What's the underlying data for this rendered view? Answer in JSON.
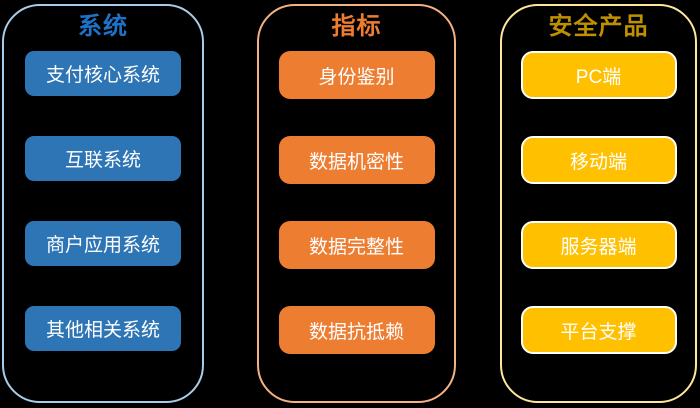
{
  "diagram": {
    "background_color": "#000000",
    "box_text_color": "#FFFFFF"
  },
  "columns": [
    {
      "id": "systems",
      "title": "系统",
      "title_color": "#1E73C8",
      "panel_border_color": "#A9CCE8",
      "box_fill": "#2E75B6",
      "box_border_color": "",
      "items": [
        "支付核心系统",
        "互联系统",
        "商户应用系统",
        "其他相关系统"
      ]
    },
    {
      "id": "indicators",
      "title": "指标",
      "title_color": "#ED7D31",
      "panel_border_color": "#F4B183",
      "box_fill": "#ED7D31",
      "box_border_color": "",
      "items": [
        "身份鉴别",
        "数据机密性",
        "数据完整性",
        "数据抗抵赖"
      ]
    },
    {
      "id": "security-products",
      "title": "安全产品",
      "title_color": "#BF9000",
      "panel_border_color": "#FFE699",
      "box_fill": "#FFC000",
      "box_border_color": "#FFFFFF",
      "items": [
        "PC端",
        "移动端",
        "服务器端",
        "平台支撑"
      ]
    }
  ]
}
